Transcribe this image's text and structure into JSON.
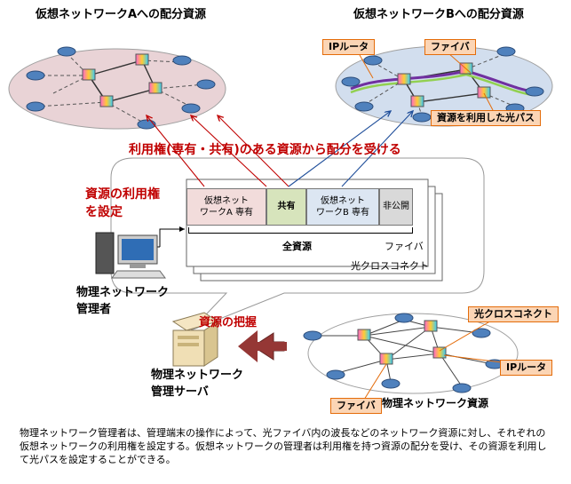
{
  "titles": {
    "network_a": "仮想ネットワークAへの配分資源",
    "network_b": "仮想ネットワークBへの配分資源",
    "physical": "物理ネットワーク資源"
  },
  "banner": "利用権(専有・共有)のある資源から配分を受ける",
  "set_rights": [
    "資源の利用権",
    "を設定"
  ],
  "grasp": "資源の把握",
  "callouts": {
    "b_ip_router": "IPルータ",
    "b_fiber": "ファイバ",
    "b_lightpath": "資源を利用した光パス",
    "p_oxc": "光クロスコネクト",
    "p_ip_router": "IPルータ",
    "p_fiber": "ファイバ"
  },
  "resource_table": {
    "cells": [
      "仮想ネット\nワークA 専有",
      "共有",
      "仮想ネット\nワークB 専有",
      "非公開"
    ],
    "total_label": "全資源",
    "fiber_label": "ファイバ",
    "oxc_label": "光クロスコネクト"
  },
  "actors": {
    "operator": [
      "物理ネットワーク",
      "管理者"
    ],
    "server": [
      "物理ネットワーク",
      "管理サーバ"
    ]
  },
  "caption": "物理ネットワーク管理者は、管理端末の操作によって、光ファイバ内の波長などのネットワーク資源に対し、それぞれの仮想ネットワークの利用権を設定する。仮想ネットワークの管理者は利用権を持つ資源の配分を受け、その資源を利用して光パスを設定することができる。",
  "colors": {
    "ring_a": "#e9d3d6",
    "ring_b": "#d2deee",
    "dedicated_a": "#f2dcdb",
    "shared": "#d7e4bc",
    "dedicated_b": "#dce6f2",
    "private": "#d9d9d9",
    "accent_red": "#c00000",
    "callout_fill": "#fbd5b5"
  }
}
